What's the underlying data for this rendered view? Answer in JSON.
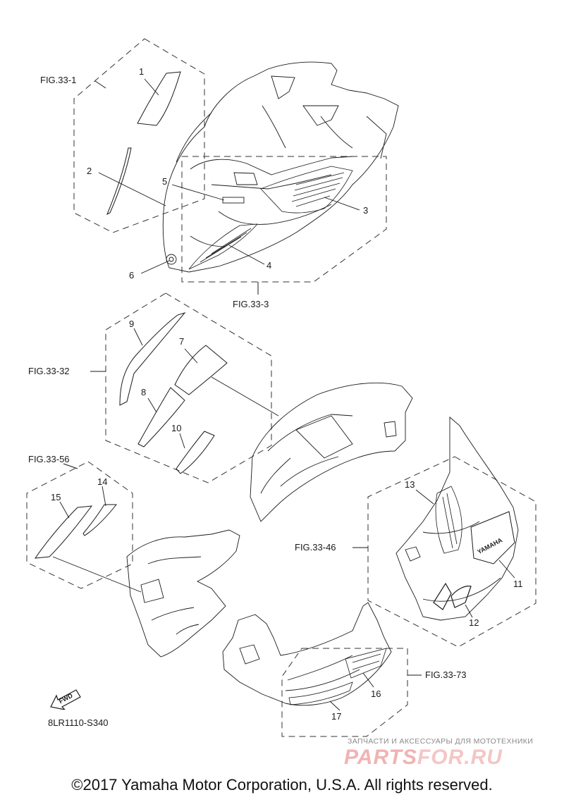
{
  "figures": {
    "fig_33_1": "FIG.33-1",
    "fig_33_3": "FIG.33-3",
    "fig_33_32": "FIG.33-32",
    "fig_33_56": "FIG.33-56",
    "fig_33_46": "FIG.33-46",
    "fig_33_73": "FIG.33-73"
  },
  "parts": [
    "1",
    "2",
    "3",
    "4",
    "5",
    "6",
    "7",
    "8",
    "9",
    "10",
    "11",
    "12",
    "13",
    "14",
    "15",
    "16",
    "17"
  ],
  "part_numbers": {
    "p1": "1",
    "p2": "2",
    "p3": "3",
    "p4": "4",
    "p5": "5",
    "p6": "6",
    "p7": "7",
    "p8": "8",
    "p9": "9",
    "p10": "10",
    "p11": "11",
    "p12": "12",
    "p13": "13",
    "p14": "14",
    "p15": "15",
    "p16": "16",
    "p17": "17"
  },
  "fwd_label": "FWD",
  "diagram_code": "8LR1110-S340",
  "watermark": {
    "tagline": "ЗАПЧАСТИ И АКСЕССУАРЫ ДЛЯ МОТОТЕХНИКИ",
    "logo_a": "PARTS",
    "logo_b": "FOR.RU"
  },
  "copyright": "©2017 Yamaha Motor Corporation, U.S.A. All rights reserved.",
  "colors": {
    "line": "#1a1a1a",
    "dash": "#333333",
    "watermark_red": "#f1b3b3"
  }
}
